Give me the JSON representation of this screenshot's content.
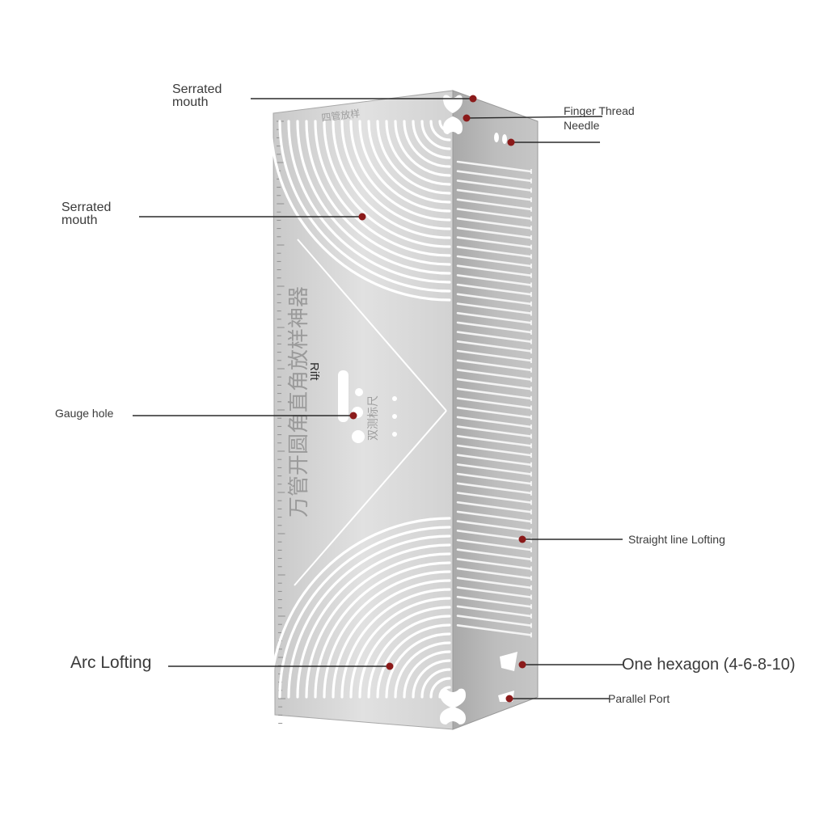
{
  "labels": {
    "serrated_mouth_top": [
      "Serrated",
      "mouth"
    ],
    "serrated_mouth_mid": [
      "Serrated",
      "mouth"
    ],
    "finger_thread_needle": [
      "Finger Thread",
      "Needle"
    ],
    "gauge_hole": "Gauge hole",
    "straight_line_lofting": "Straight line Lofting",
    "arc_lofting": "Arc Lofting",
    "one_hexagon": "One hexagon (4-6-8-10)",
    "parallel_port": "Parallel Port"
  },
  "tool_text": {
    "rift": "Rift",
    "chinese_main": "万管开圆角直角放样神器",
    "chinese_small": "双测标尺",
    "chinese_top": "四管放样"
  },
  "colors": {
    "metal_light": "#dcdcdc",
    "metal_dark": "#b4b4b4",
    "marker": "#8b1a1a",
    "leader": "#2a2a2a"
  }
}
